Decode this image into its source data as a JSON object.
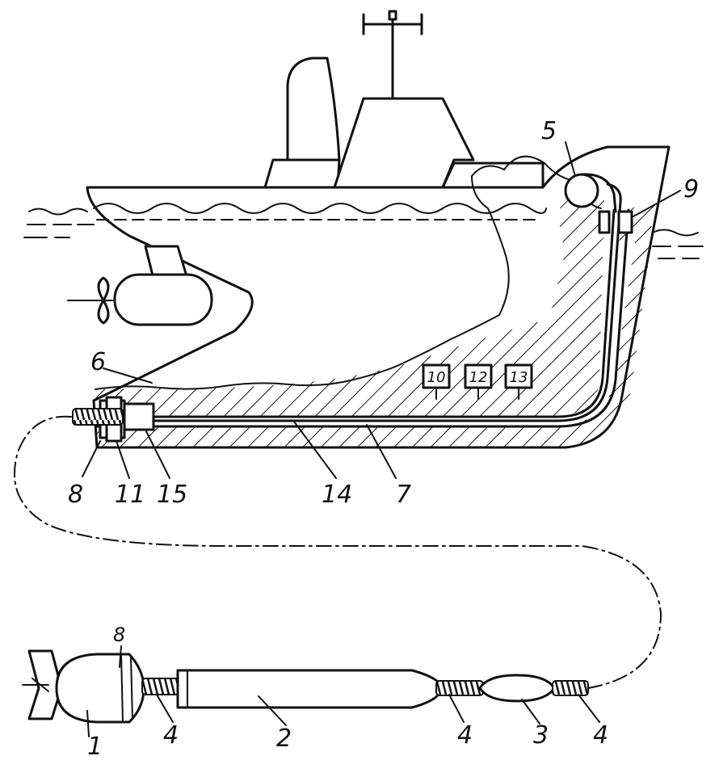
{
  "labels": {
    "l1": "1",
    "l2": "2",
    "l3": "3",
    "l4a": "4",
    "l4b": "4",
    "l4c": "4",
    "l5": "5",
    "l6": "6",
    "l7": "7",
    "l8a": "8",
    "l8b": "8",
    "l9": "9",
    "l10": "10",
    "l11": "11",
    "l12": "12",
    "l13": "13",
    "l14": "14",
    "l15": "15"
  }
}
